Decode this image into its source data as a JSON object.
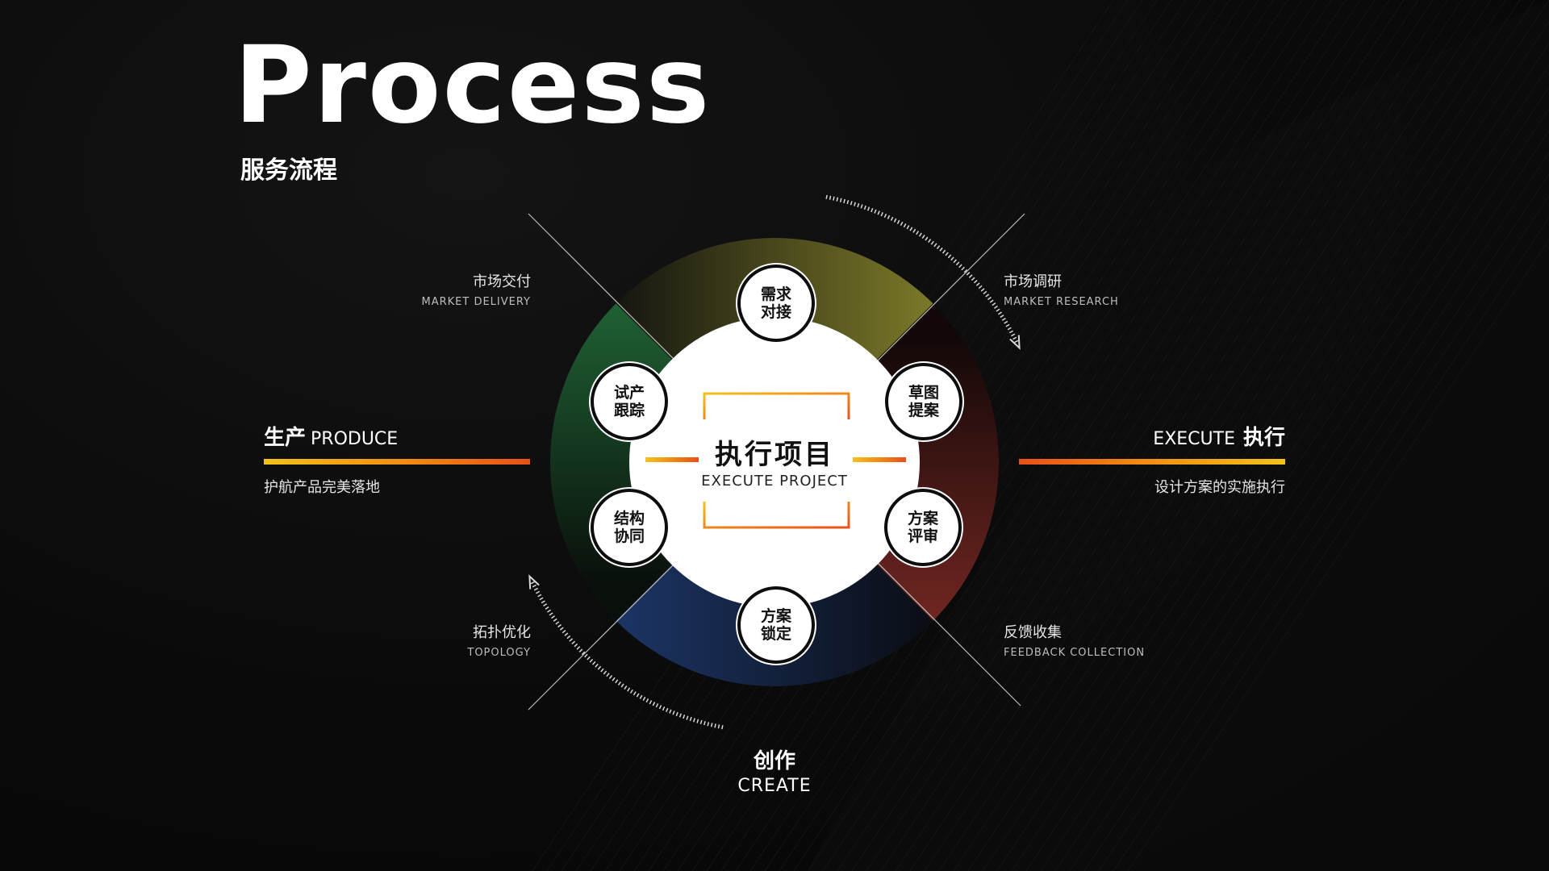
{
  "title": "Process",
  "subtitle": "服务流程",
  "center": {
    "cn": "执行项目",
    "en": "EXECUTE PROJECT"
  },
  "nodes": [
    {
      "id": "demand",
      "label": "需求对接"
    },
    {
      "id": "draft",
      "label": "草图提案"
    },
    {
      "id": "review",
      "label": "方案评审"
    },
    {
      "id": "lock",
      "label": "方案锁定"
    },
    {
      "id": "structure",
      "label": "结构协同"
    },
    {
      "id": "trial",
      "label": "试产跟踪"
    }
  ],
  "quadrants": {
    "top_left": {
      "cn": "市场交付",
      "en": "MARKET DELIVERY"
    },
    "top_right": {
      "cn": "市场调研",
      "en": "MARKET RESEARCH"
    },
    "bottom_left": {
      "cn": "拓扑优化",
      "en": "TOPOLOGY"
    },
    "bottom_right": {
      "cn": "反馈收集",
      "en": "FEEDBACK COLLECTION"
    }
  },
  "produce": {
    "cn": "生产",
    "en": "PRODUCE",
    "desc": "护航产品完美落地"
  },
  "execute": {
    "en": "EXECUTE",
    "cn": "执行",
    "desc": "设计方案的实施执行"
  },
  "create": {
    "cn": "创作",
    "en": "CREATE"
  },
  "colors": {
    "accent_yellow": "#f2c21b",
    "accent_orange": "#f08a12",
    "accent_red": "#e8501b",
    "segment_olive": "#8a8a2a",
    "segment_maroon": "#7a2a22",
    "segment_navy": "#1c3566",
    "segment_green": "#1e5a32"
  }
}
